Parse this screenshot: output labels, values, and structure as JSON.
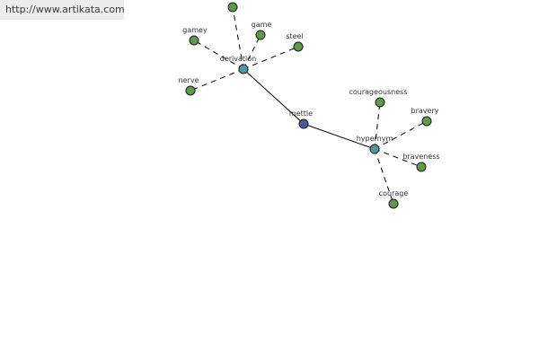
{
  "header": {
    "source_link": "http://www.artikata.com"
  },
  "colors": {
    "center_node": "#4c5aa6",
    "relation_node": "#4f9aa0",
    "word_node": "#5e9a4c",
    "edge": "#000000",
    "link_background": "#ececec"
  },
  "graph": {
    "center": {
      "id": "mettle",
      "label": "mettle",
      "type": "center"
    },
    "relations": [
      {
        "id": "derivation",
        "label": "derivation",
        "type": "relation",
        "words": [
          {
            "id": "w-top",
            "label": ""
          },
          {
            "id": "gamey",
            "label": "gamey"
          },
          {
            "id": "game",
            "label": "game"
          },
          {
            "id": "steel",
            "label": "steel"
          },
          {
            "id": "nerve",
            "label": "nerve"
          }
        ]
      },
      {
        "id": "hypernym",
        "label": "hypernym",
        "type": "relation",
        "words": [
          {
            "id": "courageousness",
            "label": "courageousness"
          },
          {
            "id": "bravery",
            "label": "bravery"
          },
          {
            "id": "braveness",
            "label": "braveness"
          },
          {
            "id": "courage",
            "label": "courage"
          }
        ]
      }
    ]
  }
}
